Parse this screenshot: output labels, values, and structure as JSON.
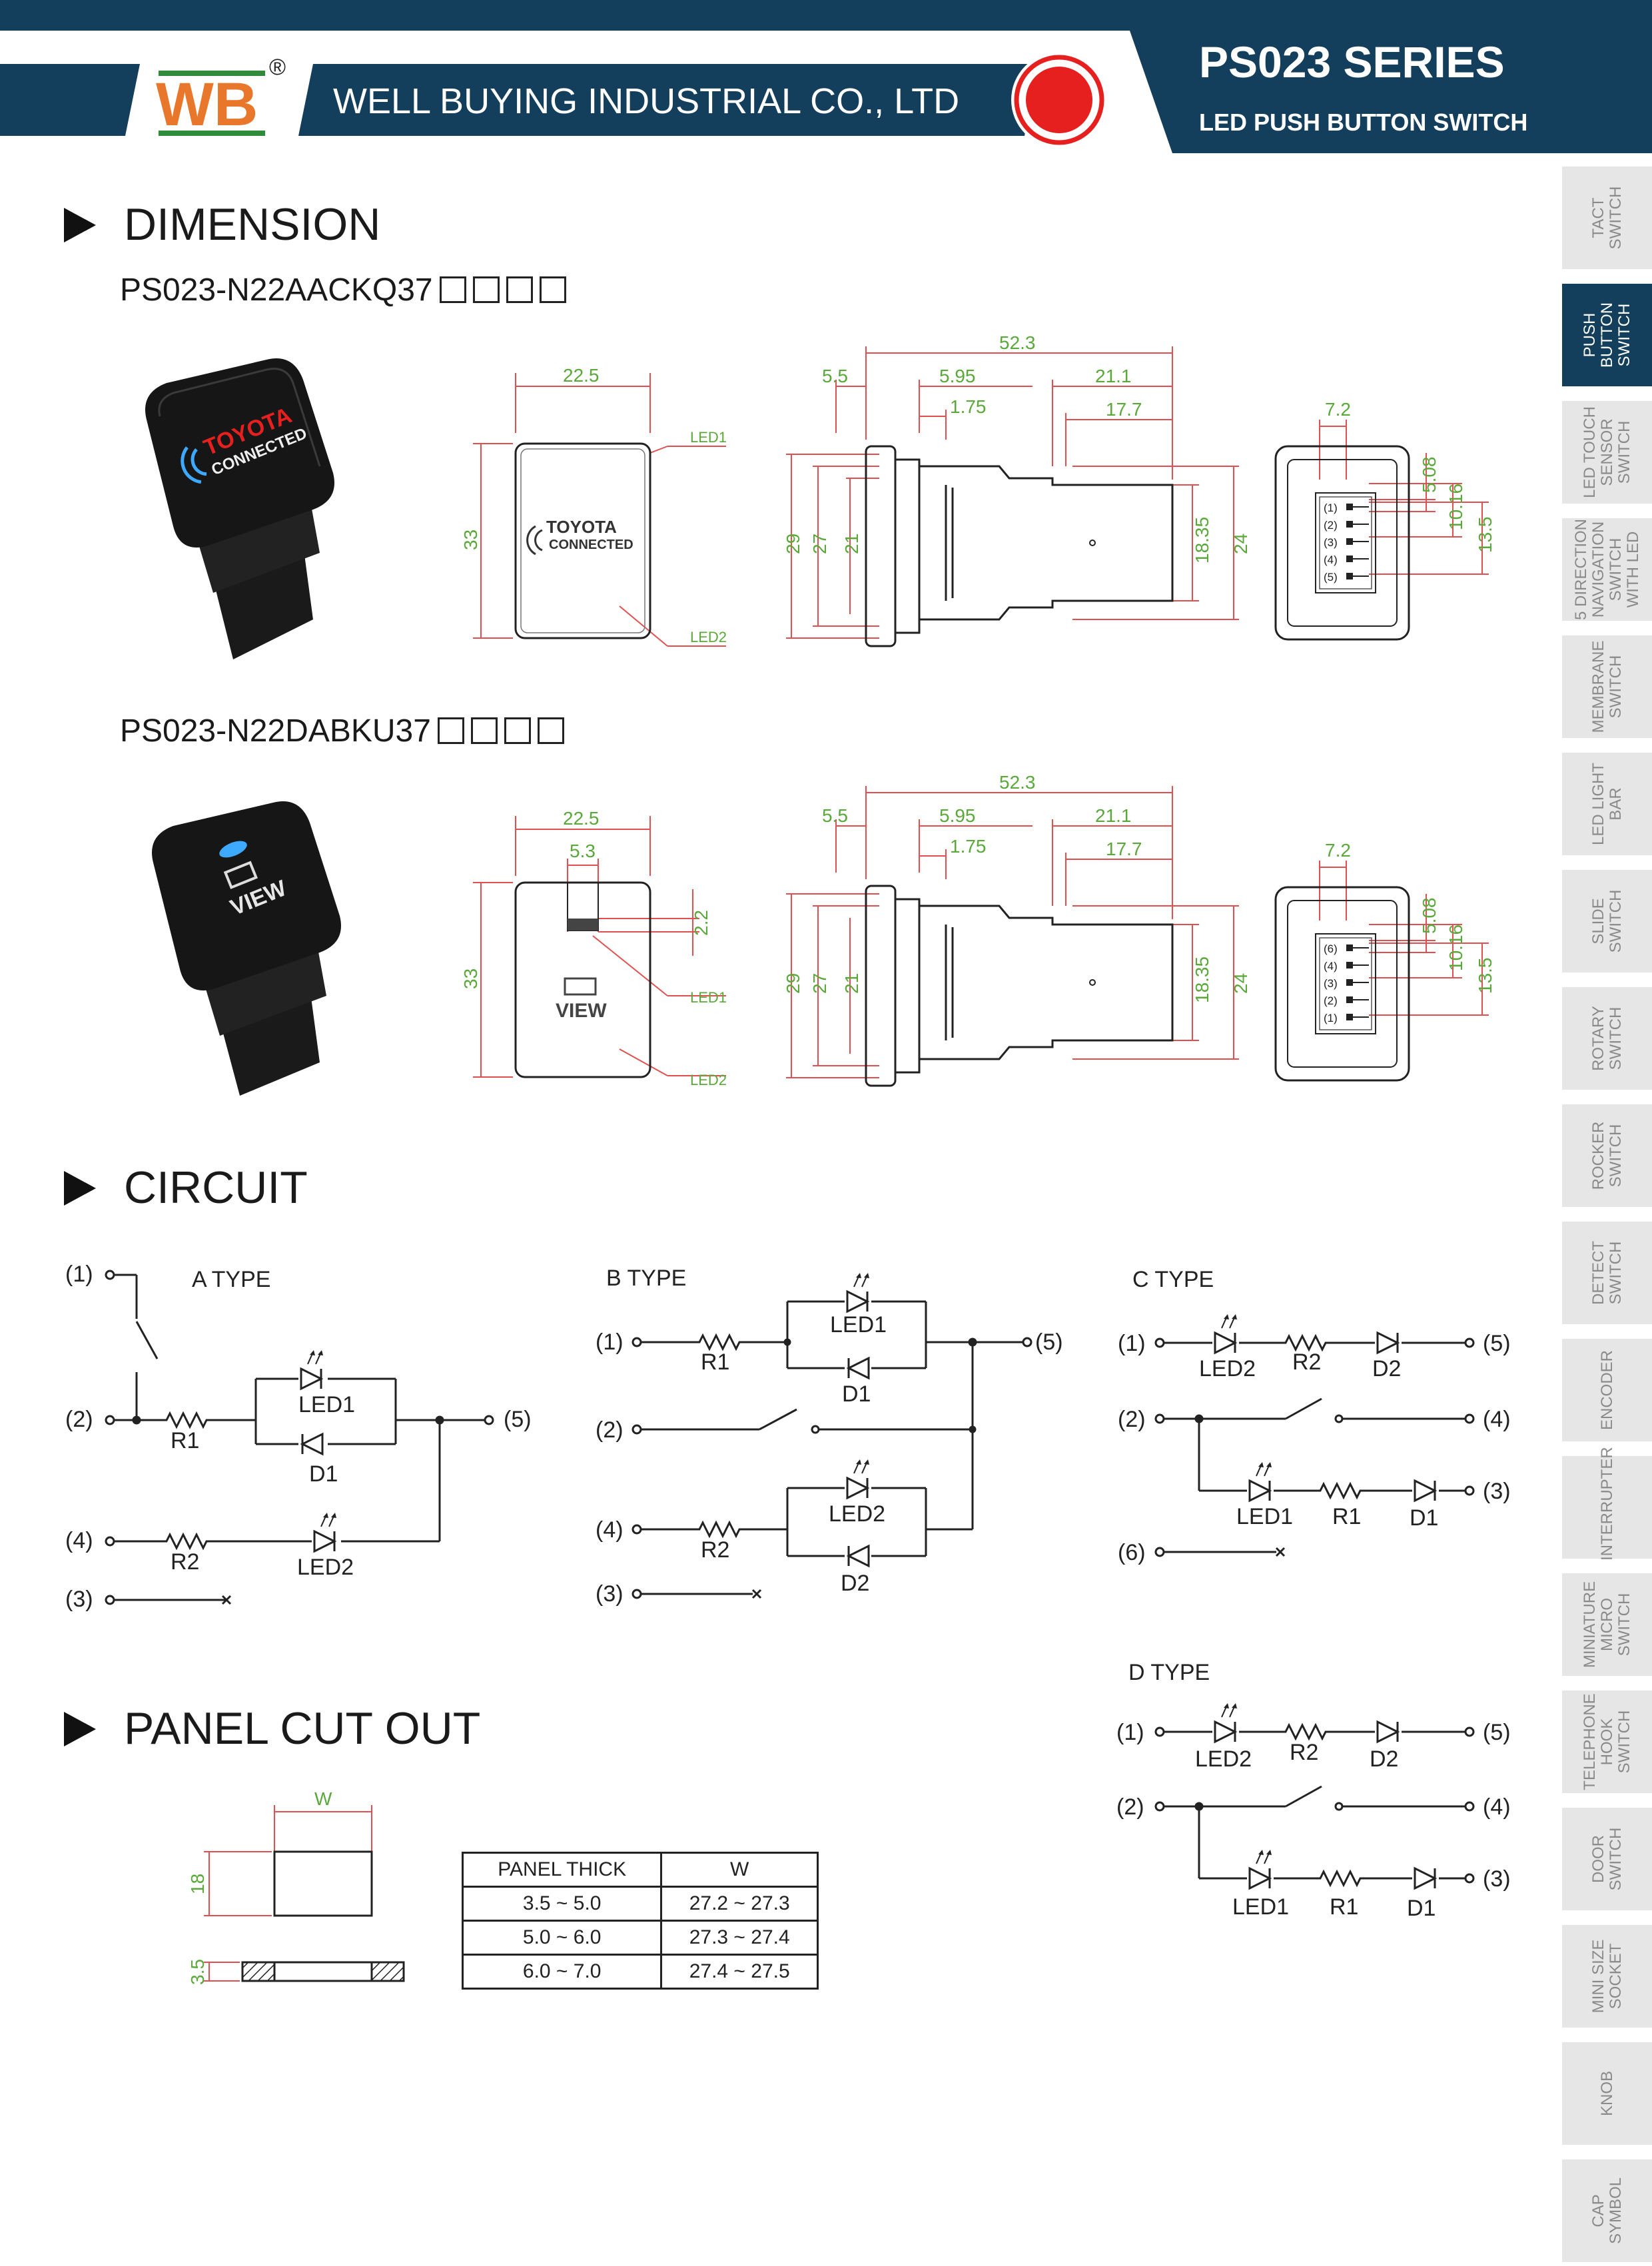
{
  "header": {
    "logo_text": "WB",
    "registered_mark": "®",
    "company": "WELL BUYING INDUSTRIAL CO., LTD",
    "series": "PS023 SERIES",
    "product": "LED PUSH BUTTON SWITCH",
    "colors": {
      "navy": "#133f5c",
      "orange": "#e8762b",
      "red": "#e5201f"
    }
  },
  "side_tabs": [
    {
      "label": "TACT\nSWITCH",
      "active": false
    },
    {
      "label": "PUSH\nBUTTON\nSWITCH",
      "active": true
    },
    {
      "label": "LED TOUCH\nSENSOR\nSWITCH",
      "active": false
    },
    {
      "label": "5 DIRECTION\nNAVIGATION\nSWITCH\nWITH LED",
      "active": false
    },
    {
      "label": "MEMBRANE\nSWITCH",
      "active": false
    },
    {
      "label": "LED LIGHT\nBAR",
      "active": false
    },
    {
      "label": "SLIDE\nSWITCH",
      "active": false
    },
    {
      "label": "ROTARY\nSWITCH",
      "active": false
    },
    {
      "label": "ROCKER\nSWITCH",
      "active": false
    },
    {
      "label": "DETECT\nSWITCH",
      "active": false
    },
    {
      "label": "ENCODER",
      "active": false
    },
    {
      "label": "INTERRUPTER",
      "active": false
    },
    {
      "label": "MINIATURE\nMICRO\nSWITCH",
      "active": false
    },
    {
      "label": "TELEPHONE\nHOOK\nSWITCH",
      "active": false
    },
    {
      "label": "DOOR\nSWITCH",
      "active": false
    },
    {
      "label": "MINI SIZE\nSOCKET",
      "active": false
    },
    {
      "label": "KNOB",
      "active": false
    },
    {
      "label": "CAP\nSYMBOL",
      "active": false
    }
  ],
  "sections": {
    "dimension": "DIMENSION",
    "circuit": "CIRCUIT",
    "panel": "PANEL CUT OUT"
  },
  "models": [
    {
      "code": "PS023-N22AACKQ37",
      "cap_text_1": "TOYOTA",
      "cap_text_2": "CONNECTED"
    },
    {
      "code": "PS023-N22DABKU37",
      "cap_text_1": "VIEW",
      "cap_text_2": ""
    }
  ],
  "dims": {
    "w": "22.5",
    "h": "33",
    "led1": "LED1",
    "led2": "LED2",
    "win_w": "5.3",
    "win_h": "2.2",
    "total": "52.3",
    "d55": "5.5",
    "d595": "5.95",
    "d175": "1.75",
    "d211": "21.1",
    "d177": "17.7",
    "d29": "29",
    "d27": "27",
    "d21": "21",
    "d1835": "18.35",
    "d24": "24",
    "d72": "7.2",
    "d508": "5.08",
    "d1016": "10.16",
    "d135": "13.5"
  },
  "pins_top": [
    "(1)",
    "(2)",
    "(3)",
    "(4)",
    "(5)"
  ],
  "pins_bottom": [
    "(6)",
    "(4)",
    "(3)",
    "(2)",
    "(1)"
  ],
  "circuit": {
    "a": {
      "title": "A TYPE",
      "p1": "(1)",
      "p2": "(2)",
      "p4": "(4)",
      "p3": "(3)",
      "p5": "(5)",
      "r1": "R1",
      "r2": "R2",
      "led1": "LED1",
      "led2": "LED2",
      "d1": "D1"
    },
    "b": {
      "title": "B TYPE",
      "p1": "(1)",
      "p2": "(2)",
      "p4": "(4)",
      "p3": "(3)",
      "p5": "(5)",
      "r1": "R1",
      "r2": "R2",
      "led1": "LED1",
      "led2": "LED2",
      "d1": "D1",
      "d2": "D2"
    },
    "c": {
      "title": "C TYPE",
      "p1": "(1)",
      "p2": "(2)",
      "p6": "(6)",
      "p5": "(5)",
      "p4": "(4)",
      "p3": "(3)",
      "led2": "LED2",
      "r2": "R2",
      "d2": "D2",
      "led1": "LED1",
      "r1": "R1",
      "d1": "D1"
    },
    "d": {
      "title": "D TYPE",
      "p1": "(1)",
      "p2": "(2)",
      "p5": "(5)",
      "p4": "(4)",
      "p3": "(3)",
      "led2": "LED2",
      "r2": "R2",
      "d2": "D2",
      "led1": "LED1",
      "r1": "R1",
      "d1": "D1"
    }
  },
  "panel": {
    "w_label": "W",
    "h_label": "18",
    "t_label": "3.5",
    "table": {
      "headers": [
        "PANEL THICK",
        "W"
      ],
      "rows": [
        [
          "3.5 ~ 5.0",
          "27.2 ~ 27.3"
        ],
        [
          "5.0 ~ 6.0",
          "27.3 ~ 27.4"
        ],
        [
          "6.0 ~ 7.0",
          "27.4 ~ 27.5"
        ]
      ]
    }
  }
}
